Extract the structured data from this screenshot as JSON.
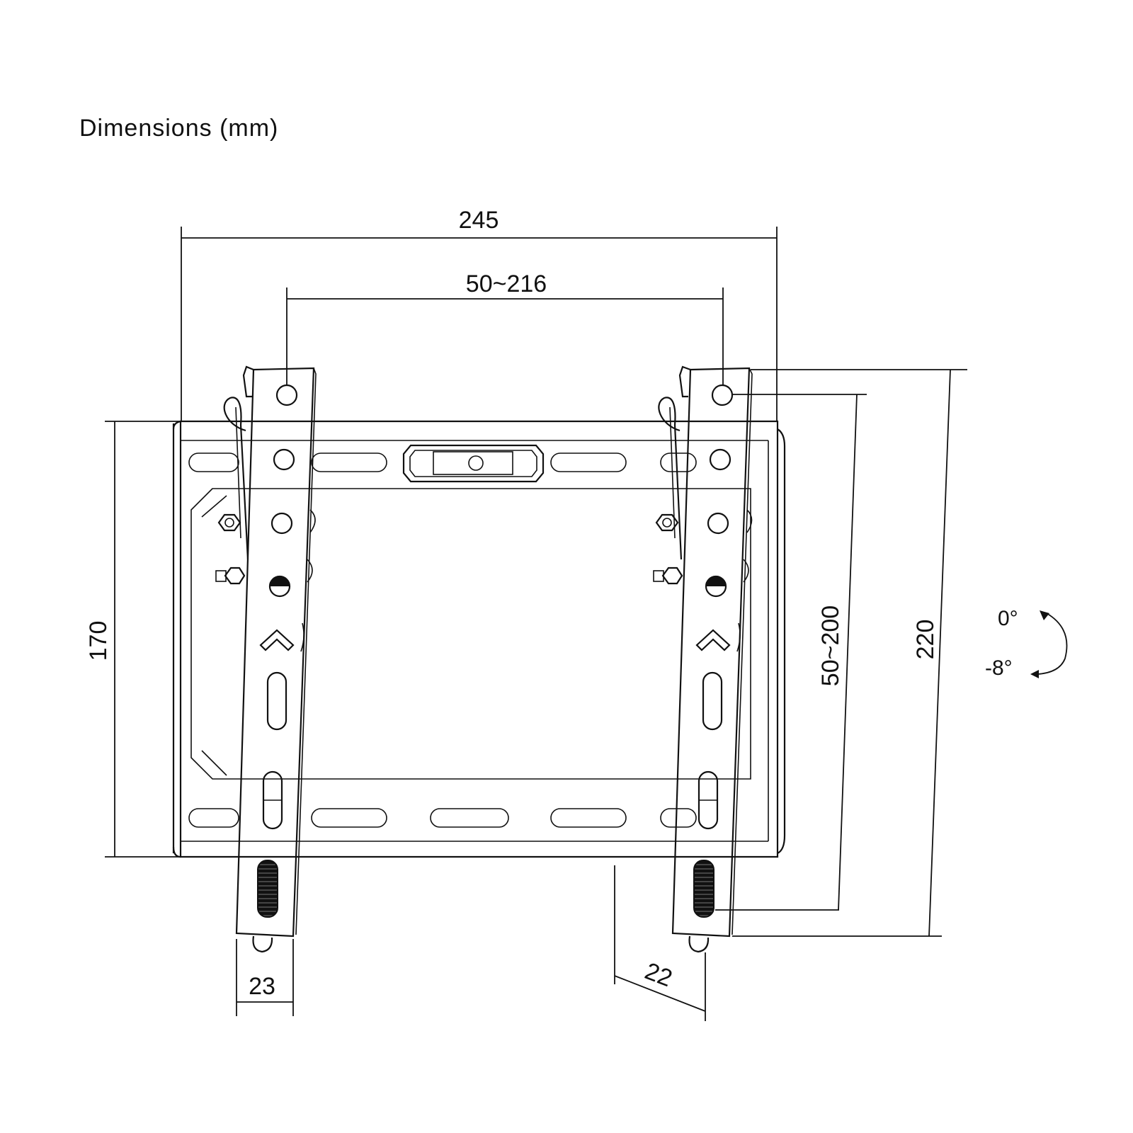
{
  "title": "Dimensions (mm)",
  "dimensions": {
    "overall_width": "245",
    "vesa_horizontal": "50~216",
    "plate_height": "170",
    "vesa_vertical": "50~200",
    "arm_height": "220",
    "arm_width": "23",
    "arm_depth": "22"
  },
  "tilt": {
    "upper": "0°",
    "lower": "-8°"
  }
}
